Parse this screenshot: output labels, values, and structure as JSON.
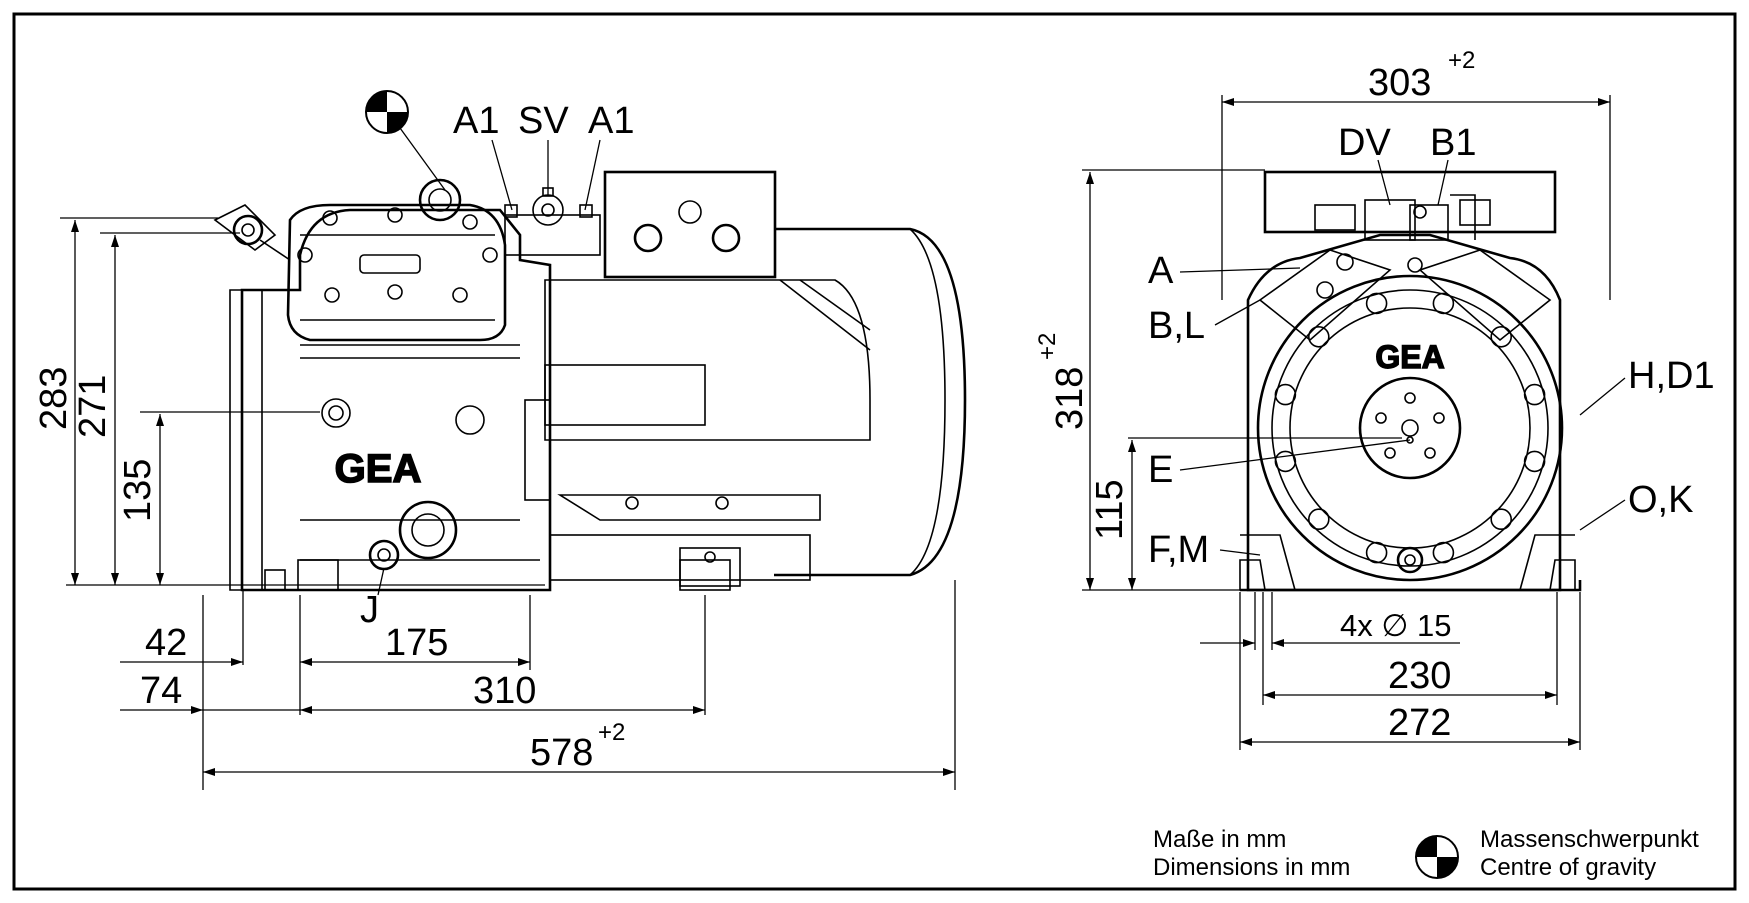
{
  "side_view": {
    "labels": {
      "cog": "",
      "a1_left": "A1",
      "sv": "SV",
      "a1_right": "A1",
      "j": "J",
      "logo": "GEA"
    },
    "dims": {
      "h283": "283",
      "h271": "271",
      "h135": "135",
      "d42": "42",
      "d175": "175",
      "d74": "74",
      "d310": "310",
      "d578": "578",
      "d578_tol": "+2"
    }
  },
  "front_view": {
    "labels": {
      "dv": "DV",
      "b1": "B1",
      "a": "A",
      "bl": "B,L",
      "hd1": "H,D1",
      "e": "E",
      "ok": "O,K",
      "fm": "F,M",
      "logo": "GEA"
    },
    "dims": {
      "w303": "303",
      "w303_tol": "+2",
      "h318": "318",
      "h318_tol": "+2",
      "h115": "115",
      "holes": "4x ∅ 15",
      "w230": "230",
      "w272": "272"
    }
  },
  "legend": {
    "units_de": "Maße in mm",
    "units_en": "Dimensions in mm",
    "cog_de": "Massenschwerpunkt",
    "cog_en": "Centre of gravity",
    "cog_icon": "centre-of-gravity-icon"
  }
}
